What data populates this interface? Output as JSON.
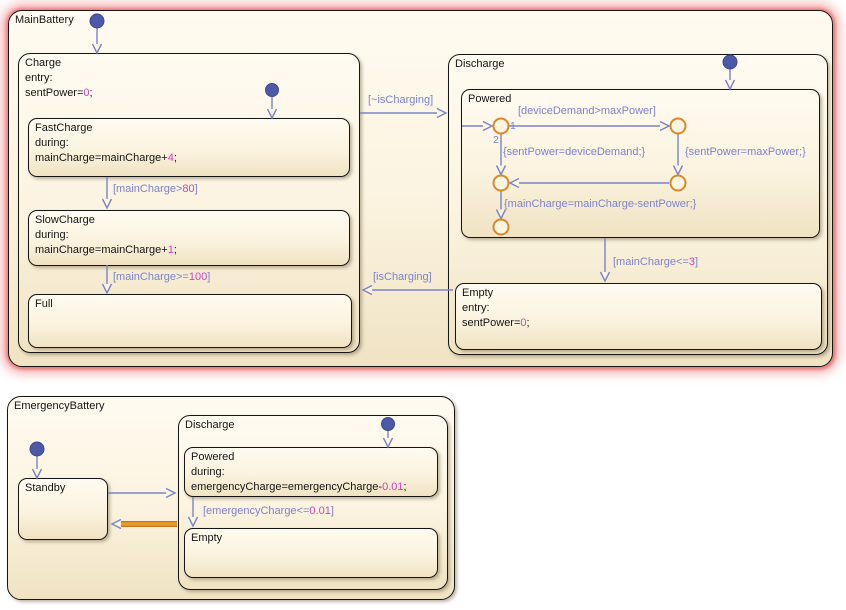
{
  "chart": {
    "kind": "stateflow-state-diagram",
    "colors": {
      "canvas": "#FFFFFF",
      "state_fill_top": "#FFFBF1",
      "state_fill_bottom": "#F0E3C3",
      "state_border": "#151515",
      "transition_line": "#7B83C7",
      "default_transition_dot": "#4C59A6",
      "transition_label": "#7D82CE",
      "literal_number": "#D23EC2",
      "junction_border": "#D9882A",
      "highlight_transition": "#DF8A28",
      "selection_glow": "#F07676"
    }
  },
  "states": {
    "main_battery": {
      "title": "MainBattery"
    },
    "charge": {
      "title": "Charge",
      "action_keyword": "entry:",
      "code": {
        "pre": "sentPower=",
        "num": "0",
        "post": ";"
      }
    },
    "fast_charge": {
      "title": "FastCharge",
      "action_keyword": "during:",
      "code": {
        "pre": "mainCharge=mainCharge+",
        "num": "4",
        "post": ";"
      }
    },
    "slow_charge": {
      "title": "SlowCharge",
      "action_keyword": "during:",
      "code": {
        "pre": "mainCharge=mainCharge+",
        "num": "1",
        "post": ";"
      }
    },
    "full": {
      "title": "Full"
    },
    "discharge": {
      "title": "Discharge"
    },
    "powered": {
      "title": "Powered"
    },
    "empty": {
      "title": "Empty",
      "action_keyword": "entry:",
      "code": {
        "pre": "sentPower=",
        "num": "0",
        "post": ";"
      }
    },
    "emergency_battery": {
      "title": "EmergencyBattery"
    },
    "standby": {
      "title": "Standby"
    },
    "eb_discharge": {
      "title": "Discharge"
    },
    "eb_powered": {
      "title": "Powered",
      "action_keyword": "during:",
      "code": {
        "pre": "emergencyCharge=emergencyCharge-",
        "num": "0.01",
        "post": ";"
      }
    },
    "eb_empty": {
      "title": "Empty"
    }
  },
  "transitions": {
    "not_is_charging": {
      "pre": "[~isCharging]",
      "num": "",
      "post": ""
    },
    "is_charging": {
      "pre": "[isCharging]",
      "num": "",
      "post": ""
    },
    "main_gt_80": {
      "pre": "[mainCharge>",
      "num": "80",
      "post": "]"
    },
    "main_gte_100": {
      "pre": "[mainCharge>=",
      "num": "100",
      "post": "]"
    },
    "main_lte_3": {
      "pre": "[mainCharge<=",
      "num": "3",
      "post": "]"
    },
    "device_demand_gt_max": {
      "pre": "[deviceDemand>maxPower]",
      "num": "",
      "post": ""
    },
    "sent_eq_device": {
      "pre": "{sentPower=deviceDemand;}",
      "num": "",
      "post": ""
    },
    "sent_eq_max": {
      "pre": "{sentPower=maxPower;}",
      "num": "",
      "post": ""
    },
    "main_minus_sent": {
      "pre": "{mainCharge=mainCharge-sentPower;}",
      "num": "",
      "post": ""
    },
    "emergency_lte": {
      "pre": "[emergencyCharge<=",
      "num": "0.01",
      "post": "]"
    },
    "branch_1": "1",
    "branch_2": "2"
  }
}
